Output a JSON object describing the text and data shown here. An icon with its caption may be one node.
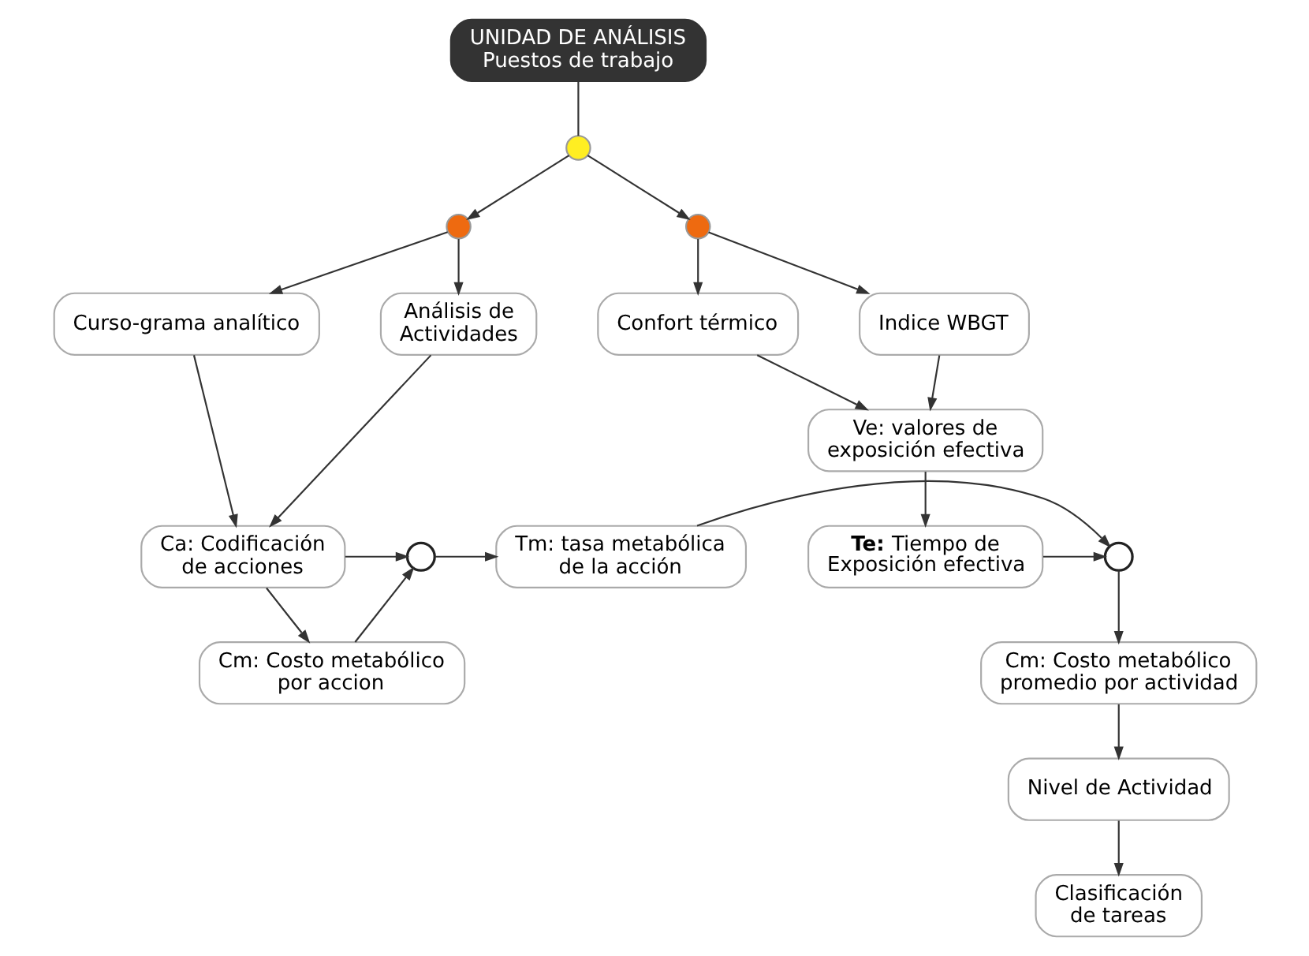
{
  "diagram": {
    "nodes": [
      {
        "text": [
          "UNIDAD DE ANÁLISIS",
          "Puestos de trabajo"
        ]
      },
      {
        "text": [],
        "shape": "circle"
      },
      {
        "text": [],
        "shape": "circle"
      },
      {
        "text": [],
        "shape": "circle"
      },
      {
        "text": [
          "Curso-grama analítico"
        ]
      },
      {
        "text": [
          "Confort térmico"
        ]
      },
      {
        "text": [
          "Análisis de Actividades"
        ]
      },
      {
        "text": [
          "Indice WBGT"
        ]
      },
      {
        "text": [
          "Ve: valores de exposición efectiva"
        ]
      },
      {
        "text": [
          "Ca: Codificación de acciones"
        ]
      },
      {
        "text": [
          "**Te:** Tiempo de Exposición efectiva"
        ]
      },
      {
        "text": [
          "Cm: Costo metabólico por accion"
        ]
      },
      {
        "text": [],
        "shape": "circle"
      },
      {
        "text": [
          "Tm: tasa metabólica de la acción"
        ]
      },
      {
        "text": [],
        "shape": "circle"
      },
      {
        "text": [
          "Cm: Costo metabólico promedio por actividad"
        ]
      },
      {
        "text": [
          "Nivel de Actividad"
        ]
      },
      {
        "text": [
          "Clasificación de tareas"
        ]
      }
    ],
    "edges": [
      {
        "from": 0,
        "to": 1,
        "arrow": "none"
      },
      {
        "from": 1,
        "to": 2,
        "arrow": "to"
      },
      {
        "from": 1,
        "to": 3,
        "arrow": "to"
      },
      {
        "from": 2,
        "to": 4,
        "arrow": "to"
      },
      {
        "from": 2,
        "to": 6,
        "arrow": "to"
      },
      {
        "from": 3,
        "to": 5,
        "arrow": "to"
      },
      {
        "from": 3,
        "to": 7,
        "arrow": "to"
      },
      {
        "from": 4,
        "to": 9,
        "arrow": "to"
      },
      {
        "from": 6,
        "to": 9,
        "arrow": "to"
      },
      {
        "from": 5,
        "to": 8,
        "arrow": "to"
      },
      {
        "from": 7,
        "to": 8,
        "arrow": "to"
      },
      {
        "from": 8,
        "to": 10,
        "arrow": "to"
      },
      {
        "from": 9,
        "to": 11,
        "arrow": "to"
      },
      {
        "from": 9,
        "to": 12,
        "arrow": "to"
      },
      {
        "from": 11,
        "to": 12,
        "arrow": "to"
      },
      {
        "from": 12,
        "to": 13,
        "arrow": "to"
      },
      {
        "from": 13,
        "to": 14,
        "arrow": "to"
      },
      {
        "from": 10,
        "to": 14,
        "arrow": "to"
      },
      {
        "from": 14,
        "to": 15,
        "arrow": "to"
      },
      {
        "from": 15,
        "to": 16,
        "arrow": "to"
      },
      {
        "from": 16,
        "to": 17,
        "arrow": "to"
      }
    ]
  }
}
